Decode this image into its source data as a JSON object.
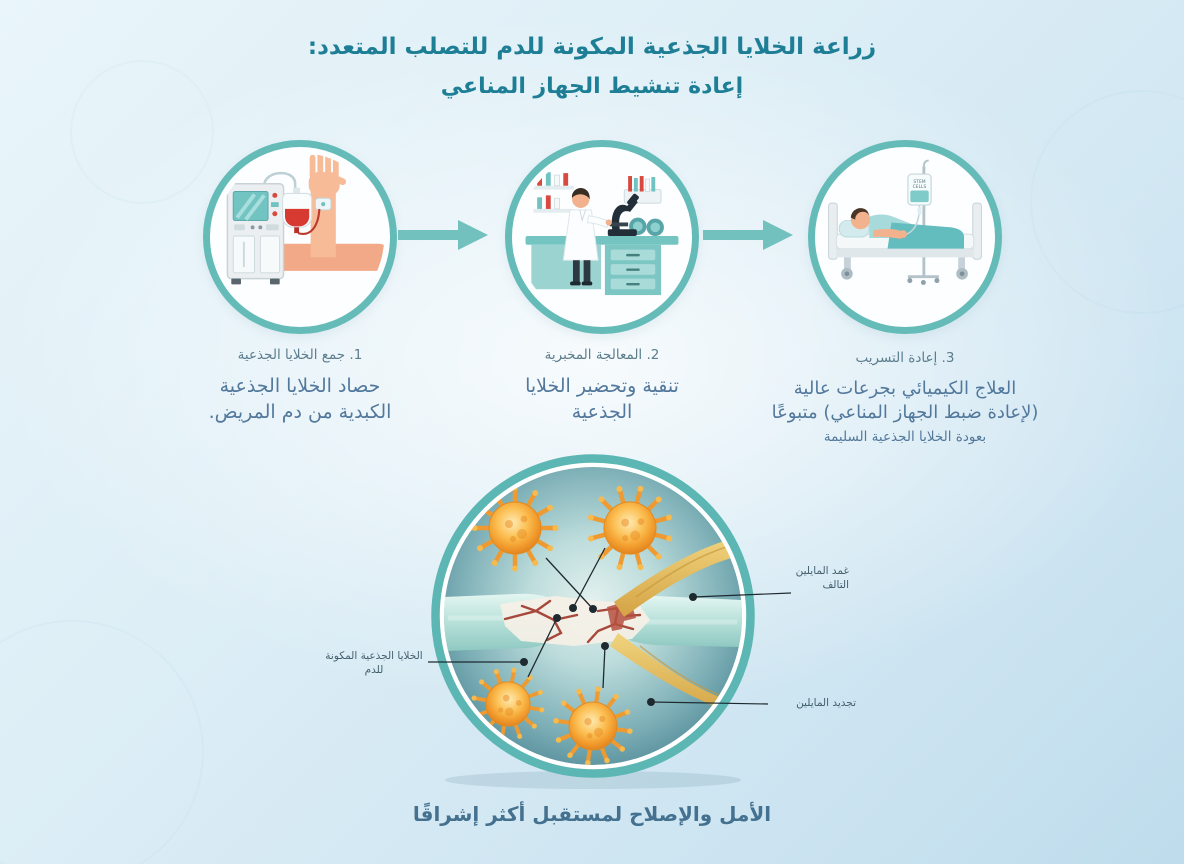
{
  "title": {
    "line1": "زراعة الخلايا الجذعية المكونة للدم للتصلب المتعدد:",
    "line2": "إعادة تنشيط الجهاز المناعي"
  },
  "steps": [
    {
      "heading": "1. جمع الخلايا الجذعية",
      "body_lines": [
        "حصاد الخلايا الجذعية",
        "الكبدية من دم المريض."
      ],
      "illustration": "apheresis-machine-blood-bag-and-arm"
    },
    {
      "heading": "2. المعالجة المخبرية",
      "body_lines": [
        "تنقية وتحضير الخلايا",
        "الجذعية"
      ],
      "illustration": "laboratory-scientist-with-microscope"
    },
    {
      "heading": "3. إعادة التسريب",
      "body_lines": [
        "العلاج الكيميائي بجرعات عالية",
        "(لإعادة ضبط الجهاز المناعي) متبوعًا"
      ],
      "body_small_line": "بعودة الخلايا الجذعية السليمة",
      "iv_bag_text_lines": [
        "STEM",
        "CELLS"
      ],
      "illustration": "patient-in-hospital-bed-with-iv-infusion"
    }
  ],
  "nerve_diagram": {
    "illustration": "damaged-nerve-fiber-myelin-and-stem-cells",
    "labels": {
      "damaged_myelin_lines": [
        "غمد المايلين",
        "التالف"
      ],
      "stem_cells_lines": [
        "الخلايا الجذعية المكونة",
        "للدم"
      ],
      "myelin_renewal": "تجديد المايلين"
    }
  },
  "footer": {
    "slogan": "الأمل والإصلاح لمستقبل أكثر إشراقًا"
  },
  "colors": {
    "title_teal": "#1e7e95",
    "ring_teal": "#64bbb8",
    "arrow_teal": "#72c1bf",
    "body_text_blue": "#52789c",
    "caption_gray_teal": "#5b7d8d",
    "label_gray": "#44606e",
    "background_blue": "#d9ecf5",
    "stem_cell_orange": "#f6a93a",
    "myelin_yellow": "#e7c261",
    "nerve_cyan": "#bfe8e4",
    "damage_red": "#a6493c",
    "blood_red": "#d63a30"
  }
}
